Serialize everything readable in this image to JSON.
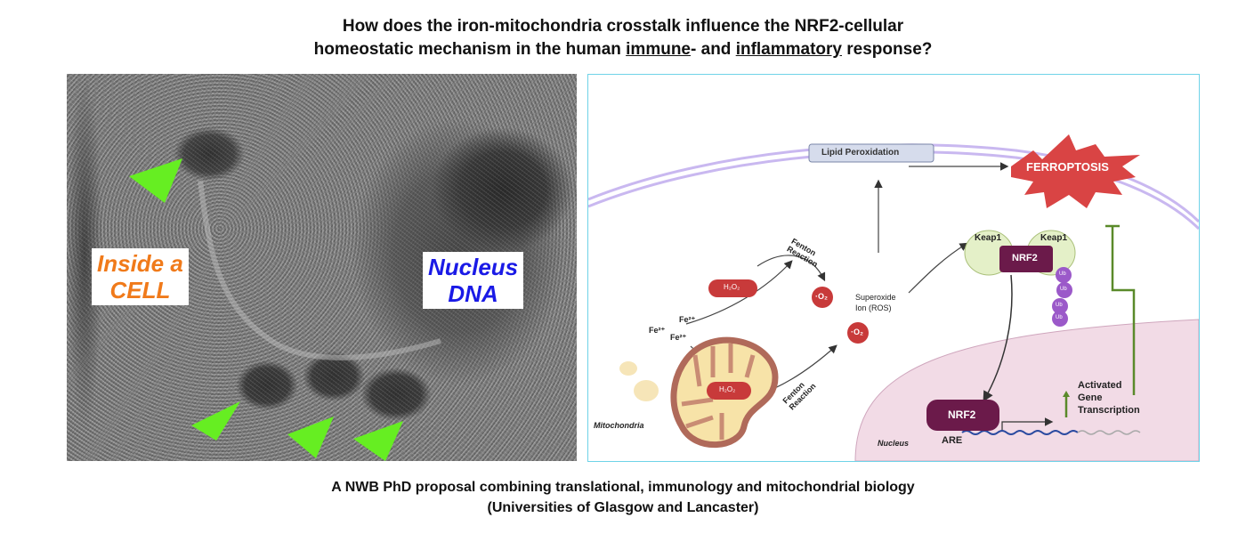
{
  "title": {
    "line1": "How does the iron-mitochondria crosstalk influence the NRF2-cellular",
    "line2_pre": "homeostatic mechanism in the human ",
    "line2_u1": "immune",
    "line2_mid": "- and ",
    "line2_u2": "inflammatory",
    "line2_post": " response?"
  },
  "micrograph": {
    "label_cell_1": "Inside a",
    "label_cell_2": "CELL",
    "label_nucleus_1": "Nucleus",
    "label_nucleus_2": "DNA",
    "colors": {
      "cell_label": "#f07a1a",
      "nucleus_label": "#1a1ae6",
      "arrowhead": "#66ee22"
    }
  },
  "diagram": {
    "lipid_peroxidation": "Lipid Peroxidation",
    "ferroptosis": "FERROPTOSIS",
    "fenton_top_1": "Fenton",
    "fenton_top_2": "Reaction",
    "fenton_bottom_1": "Fenton",
    "fenton_bottom_2": "Reaction",
    "h2o2": "H₂O₂",
    "o2": "·O₂",
    "fe1": "Fe²⁺",
    "fe2": "Fe²⁺",
    "fe3": "Fe²⁺",
    "superoxide_1": "Superoxide",
    "superoxide_2": "Ion (ROS)",
    "keap1": "Keap1",
    "nrf2": "NRF2",
    "ub": "Ub",
    "mitochondria": "Mitochondria",
    "nucleus": "Nucleus",
    "are": "ARE",
    "activated_1": "Activated",
    "activated_2": "Gene",
    "activated_3": "Transcription",
    "colors": {
      "ferroptosis": "#d94444",
      "nrf2": "#6b1a4a",
      "keap1": "#e4f0c8",
      "ub": "#9b59c9",
      "nucleus_fill": "#f2dbe6",
      "membrane": "#c9b8f0",
      "inhibit": "#5a8a2a"
    }
  },
  "footer": {
    "line1": "A NWB PhD proposal combining translational, immunology and mitochondrial biology",
    "line2": "(Universities of Glasgow and Lancaster)"
  }
}
